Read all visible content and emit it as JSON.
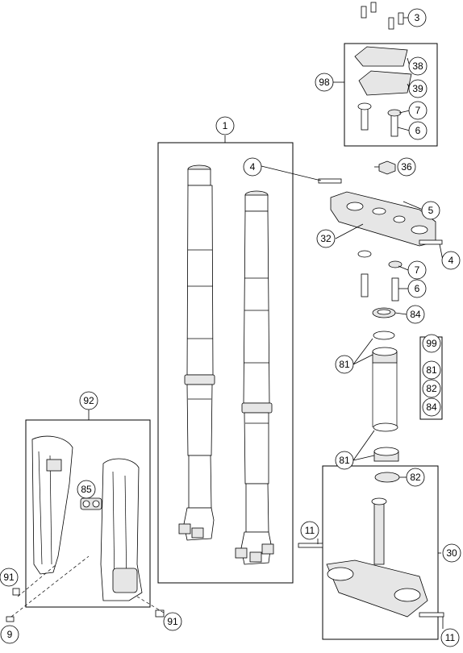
{
  "callouts": {
    "c1": "1",
    "c3": "3",
    "c4a": "4",
    "c4b": "4",
    "c5": "5",
    "c6a": "6",
    "c6b": "6",
    "c7a": "7",
    "c7b": "7",
    "c9": "9",
    "c11a": "11",
    "c11b": "11",
    "c30": "30",
    "c32": "32",
    "c36": "36",
    "c38": "38",
    "c39": "39",
    "c81a": "81",
    "c81b": "81",
    "c82a": "82",
    "c82b": "82",
    "c84a": "84",
    "c84b": "84",
    "c85": "85",
    "c91a": "91",
    "c91b": "91",
    "c92": "92",
    "c98": "98",
    "c99": "99",
    "c81c": "81"
  }
}
